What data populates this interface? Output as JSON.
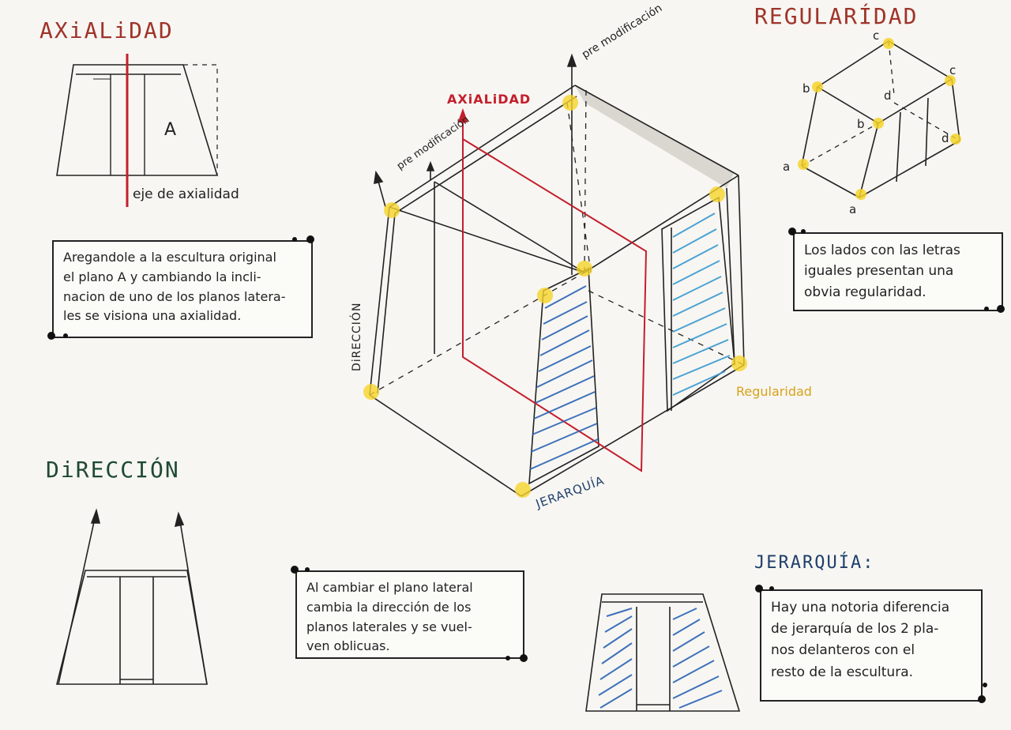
{
  "headings": {
    "axialidad": "AXiALiDAD",
    "regularidad": "REGULARÍDAD",
    "direccion": "DiRECCIÓN",
    "jerarquia": "JERARQUÍA:"
  },
  "colors": {
    "axis_red": "#c41e2c",
    "regularidad_heading": "#a0332a",
    "direccion_heading": "#1f4a32",
    "jerarquia_heading": "#1f3f6b",
    "hatch_blue": "#2a63b5",
    "highlight_yellow": "#f6d42a",
    "regularidad_label": "#d7a21a"
  },
  "axialidad_figure": {
    "plane_label": "A",
    "axis_label": "eje de axialidad"
  },
  "notes": {
    "axialidad": [
      "Aregandole a la escultura original",
      "el plano A y cambiando la incli-",
      "nacion de uno de los planos latera-",
      "les se visiona una axialidad."
    ],
    "regularidad": [
      "Los lados con las letras",
      "iguales presentan una",
      "obvia regularidad."
    ],
    "direccion": [
      "Al cambiar el plano lateral",
      "cambia la dirección de los",
      "planos laterales y se vuel-",
      "ven oblicuas."
    ],
    "jerarquia": [
      "Hay una notoria diferencia",
      "de jerarquía de los 2 pla-",
      "nos delanteros con el",
      "resto de la escultura."
    ]
  },
  "main_figure": {
    "axialidad_label": "AXiALiDAD",
    "pre_mod_top": "pre modificación",
    "pre_mod_left": "pre modificación",
    "direccion_label": "DiRECCIÓN",
    "jerarquia_label": "JERARQUÍA",
    "regularidad_label": "Regularidad"
  },
  "regularidad_figure": {
    "letters": [
      "c",
      "b",
      "c",
      "d",
      "b",
      "d",
      "a",
      "a"
    ]
  }
}
